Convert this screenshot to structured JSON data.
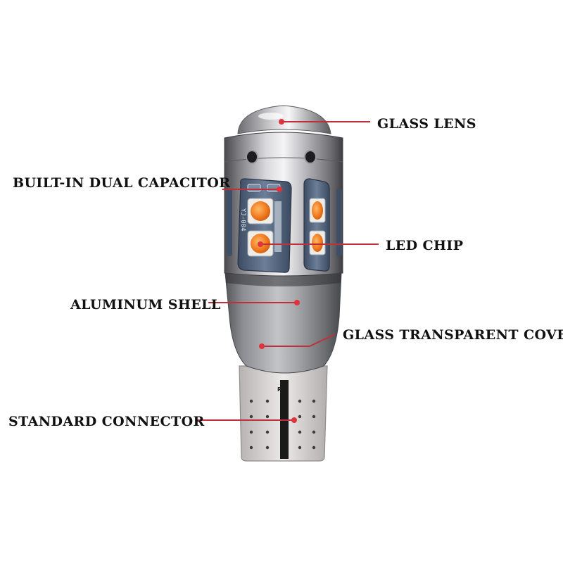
{
  "labels": {
    "glass_lens": "GLASS LENS",
    "dual_capacitor": "BUILT-IN DUAL CAPACITOR",
    "led_chip": "LED CHIP",
    "aluminum_shell": "ALUMINUM SHELL",
    "glass_cover": "GLASS TRANSPARENT COVER",
    "standard_connector": "STANDARD CONNECTOR"
  },
  "pcb_marking": "YJ-004",
  "connector_marking": "R",
  "colors": {
    "callout_line": "#c0303a",
    "callout_dot": "#e0333c",
    "led_orange": "#f07a1e",
    "label_text": "#111111"
  }
}
